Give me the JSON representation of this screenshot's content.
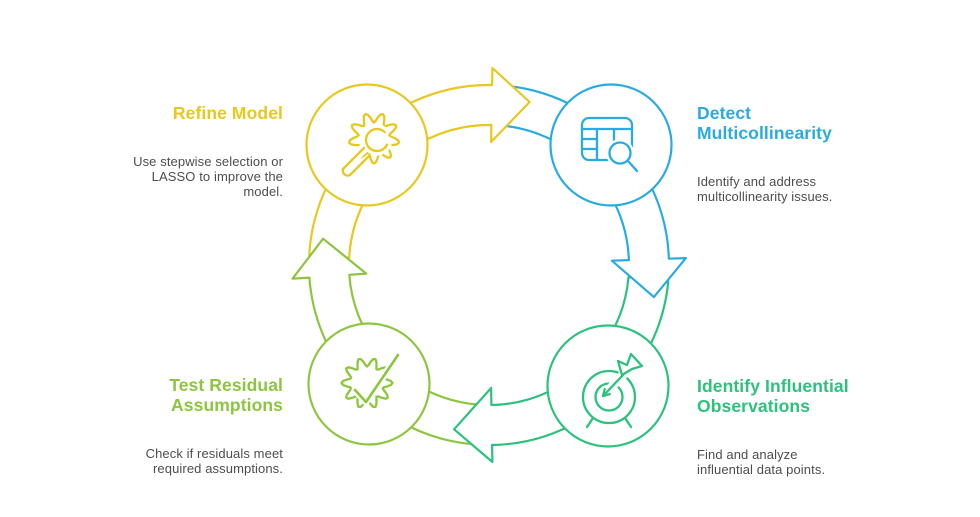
{
  "diagram": {
    "background": "#FFFFFF",
    "text_color": "#4D4D4D",
    "steps": [
      {
        "id": "refine-model",
        "title": "Refine Model",
        "description": "Use stepwise selection or\nLASSO to improve the\nmodel.",
        "color": "#E8C81D",
        "icon": "gear-wrench-icon"
      },
      {
        "id": "detect-multicollinearity",
        "title": "Detect\nMulticollinearity",
        "description": "Identify and address\nmulticollinearity issues.",
        "color": "#29ABE2",
        "icon": "table-search-icon"
      },
      {
        "id": "identify-influential-observations",
        "title": "Identify Influential\nObservations",
        "description": "Find and analyze\ninfluential data points.",
        "color": "#2CC17C",
        "icon": "target-dart-icon"
      },
      {
        "id": "test-residual-assumptions",
        "title": "Test Residual\nAssumptions",
        "description": "Check if residuals meet\nrequired assumptions.",
        "color": "#8CC63F",
        "icon": "badge-check-icon"
      }
    ]
  }
}
